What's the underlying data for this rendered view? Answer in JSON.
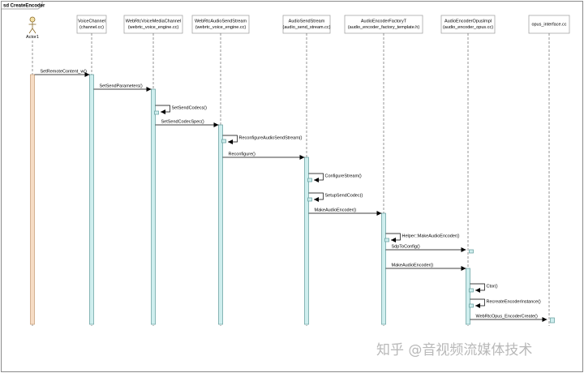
{
  "diagram": {
    "frame_title": "sd CreateEncoder",
    "actor": {
      "name": "Actor1"
    },
    "participants": [
      {
        "id": "voice_channel",
        "name": "VoiceChannel",
        "file": "(channel.cc)"
      },
      {
        "id": "webrtc_voice_media_channel",
        "name": "WebRtcVoiceMediaChannel",
        "file": "(webrtc_voice_engine.cc)"
      },
      {
        "id": "webrtc_audio_send_stream",
        "name": "WebRtcAudioSendStream",
        "file": "(webrtc_voice_engine.cc)"
      },
      {
        "id": "audio_send_stream",
        "name": "AudioSendStream",
        "file": "(audio_send_stream.cc)"
      },
      {
        "id": "audio_encoder_factory_t",
        "name": "AudioEncoderFactoryT",
        "file": "(audio_encoder_factory_template.h)"
      },
      {
        "id": "audio_encoder_opus_impl",
        "name": "AudioEncoderOpusImpl",
        "file": "(audio_encoder_opus.cc)"
      },
      {
        "id": "opus_interface",
        "name": "opus_interface.cc",
        "file": ""
      }
    ],
    "messages": [
      {
        "label": "SetRemoteContent_w()",
        "from": "actor",
        "to": "voice_channel"
      },
      {
        "label": "SetSendParameters()",
        "from": "voice_channel",
        "to": "webrtc_voice_media_channel"
      },
      {
        "label": "SetSendCodecs()",
        "from": "webrtc_voice_media_channel",
        "to": "webrtc_voice_media_channel"
      },
      {
        "label": "SetSendCodecSpec()",
        "from": "webrtc_voice_media_channel",
        "to": "webrtc_audio_send_stream"
      },
      {
        "label": "ReconfigureAudioSendStream()",
        "from": "webrtc_audio_send_stream",
        "to": "webrtc_audio_send_stream"
      },
      {
        "label": "Reconfigure()",
        "from": "webrtc_audio_send_stream",
        "to": "audio_send_stream"
      },
      {
        "label": "ConfigureStream()",
        "from": "audio_send_stream",
        "to": "audio_send_stream"
      },
      {
        "label": "SetupSendCodec()",
        "from": "audio_send_stream",
        "to": "audio_send_stream"
      },
      {
        "label": "MakeAudioEncoder()",
        "from": "audio_send_stream",
        "to": "audio_encoder_factory_t"
      },
      {
        "label": "Helper::MakeAudioEncoder()",
        "from": "audio_encoder_factory_t",
        "to": "audio_encoder_factory_t"
      },
      {
        "label": "SdpToConfig()",
        "from": "audio_encoder_factory_t",
        "to": "audio_encoder_opus_impl"
      },
      {
        "label": "MakeAudioEncoder()",
        "from": "audio_encoder_factory_t",
        "to": "audio_encoder_opus_impl"
      },
      {
        "label": "Ctor()",
        "from": "audio_encoder_opus_impl",
        "to": "audio_encoder_opus_impl"
      },
      {
        "label": "RecreateEncoderInstance()",
        "from": "audio_encoder_opus_impl",
        "to": "audio_encoder_opus_impl"
      },
      {
        "label": "WebRtcOpus_EncoderCreate()",
        "from": "audio_encoder_opus_impl",
        "to": "opus_interface"
      }
    ],
    "colors": {
      "activation_fill": "#cfeeee",
      "activation_stroke": "#5f9a9a",
      "actor_activation_fill": "#f6dcc4",
      "actor_activation_stroke": "#c49a74",
      "participant_fill": "#ffffff",
      "lifeline": "#6a6a6a"
    }
  },
  "watermark": "知乎 @音视频流媒体技术"
}
